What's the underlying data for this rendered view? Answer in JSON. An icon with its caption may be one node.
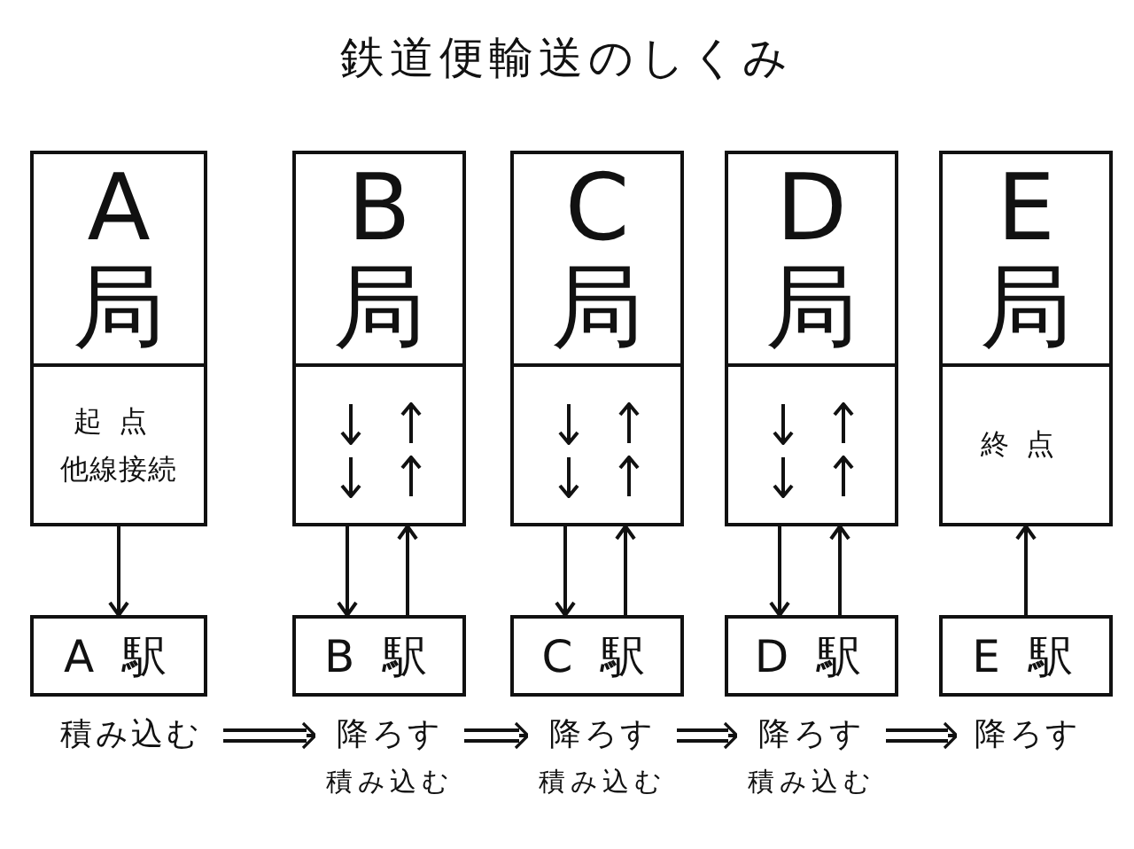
{
  "diagram": {
    "title": "鉄道便輸送のしくみ",
    "nodes": [
      {
        "text": [
          "A 局"
        ]
      },
      {
        "text": [
          "B 局"
        ]
      },
      {
        "text": [
          "C 局"
        ]
      },
      {
        "text": [
          "D 局"
        ]
      },
      {
        "text": [
          "E 局"
        ]
      },
      {
        "text": [
          "起点他線接続"
        ]
      },
      {
        "text": [],
        "shape": "box"
      },
      {
        "text": [],
        "shape": "box"
      },
      {
        "text": [],
        "shape": "box"
      },
      {
        "text": [
          "終点"
        ]
      },
      {
        "text": [
          "A 駅"
        ]
      },
      {
        "text": [
          "B 駅"
        ]
      },
      {
        "text": [
          "C 駅"
        ]
      },
      {
        "text": [
          "D 駅"
        ]
      },
      {
        "text": [
          "E 駅"
        ]
      },
      {
        "text": [
          "積み込む"
        ]
      },
      {
        "text": [
          "降ろす",
          "積み込む"
        ]
      },
      {
        "text": [
          "降ろす",
          "積み込む"
        ]
      },
      {
        "text": [
          "降ろす",
          "積み込む"
        ]
      },
      {
        "text": [
          "降ろす"
        ]
      }
    ],
    "edges": [
      {
        "from": 5,
        "to": 10,
        "arrow": "to"
      },
      {
        "from": 6,
        "to": 11,
        "arrow": "to"
      },
      {
        "from": 11,
        "to": 6,
        "arrow": "to"
      },
      {
        "from": 7,
        "to": 12,
        "arrow": "to"
      },
      {
        "from": 12,
        "to": 7,
        "arrow": "to"
      },
      {
        "from": 8,
        "to": 13,
        "arrow": "to"
      },
      {
        "from": 13,
        "to": 8,
        "arrow": "to"
      },
      {
        "from": 14,
        "to": 9,
        "arrow": "to"
      },
      {
        "from": 15,
        "to": 16,
        "arrow": "to"
      },
      {
        "from": 16,
        "to": 17,
        "arrow": "to"
      },
      {
        "from": 17,
        "to": 18,
        "arrow": "to"
      },
      {
        "from": 18,
        "to": 19,
        "arrow": "to"
      }
    ]
  }
}
